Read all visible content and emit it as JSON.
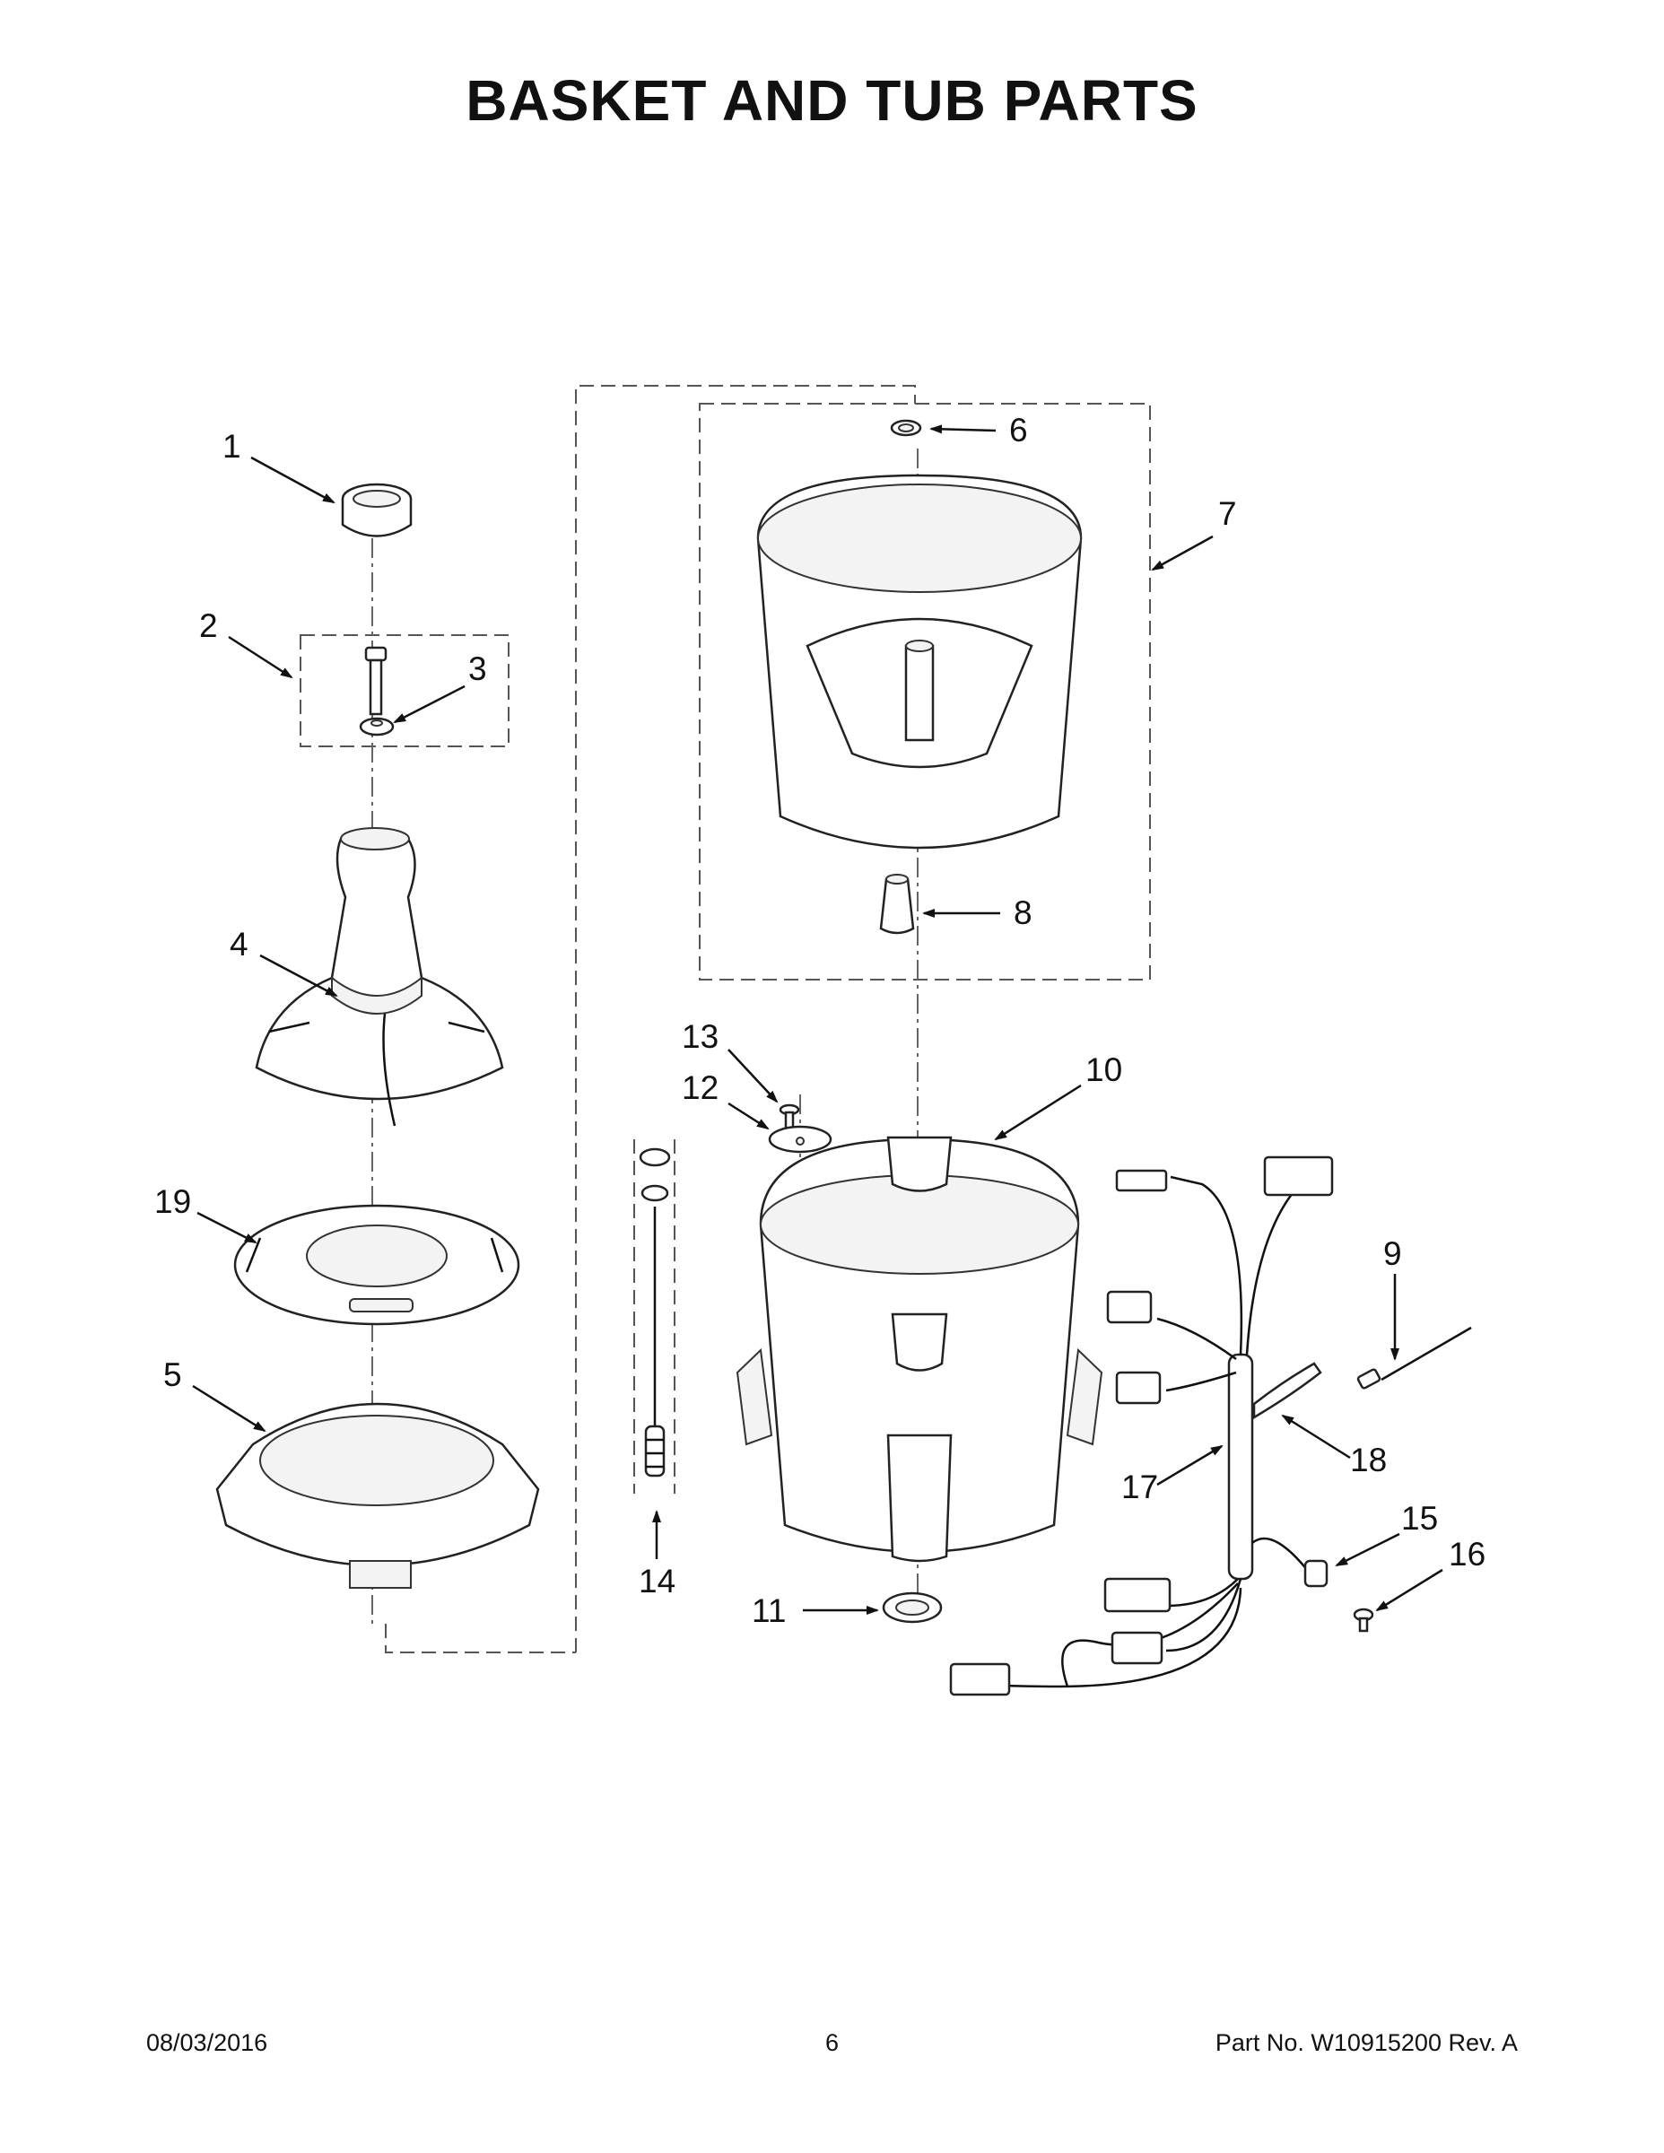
{
  "page": {
    "title": "BASKET AND TUB PARTS",
    "footer_date": "08/03/2016",
    "footer_page": "6",
    "footer_part": "Part No.  W10915200  Rev.  A"
  },
  "callouts": {
    "c1": "1",
    "c2": "2",
    "c3": "3",
    "c4": "4",
    "c5": "5",
    "c6": "6",
    "c7": "7",
    "c8": "8",
    "c9": "9",
    "c10": "10",
    "c11": "11",
    "c12": "12",
    "c13": "13",
    "c14": "14",
    "c15": "15",
    "c16": "16",
    "c17": "17",
    "c18": "18",
    "c19": "19"
  },
  "icons": {
    "part1": "cap-icon",
    "part2": "bolt-icon",
    "part3": "washer-icon",
    "part4": "agitator-icon",
    "part5": "balance-ring-icon",
    "part6": "bearing-ring-icon",
    "part7": "wash-basket-icon",
    "part8": "hub-icon",
    "part9": "cable-tie-icon",
    "part10": "outer-tub-icon",
    "part11": "tub-seal-icon",
    "part12": "plate-icon",
    "part13": "screw-icon",
    "part14": "suspension-rod-icon",
    "part15": "clip-icon",
    "part16": "screw-icon",
    "part17": "wire-harness-icon",
    "part18": "hose-icon",
    "part19": "impeller-plate-icon"
  }
}
